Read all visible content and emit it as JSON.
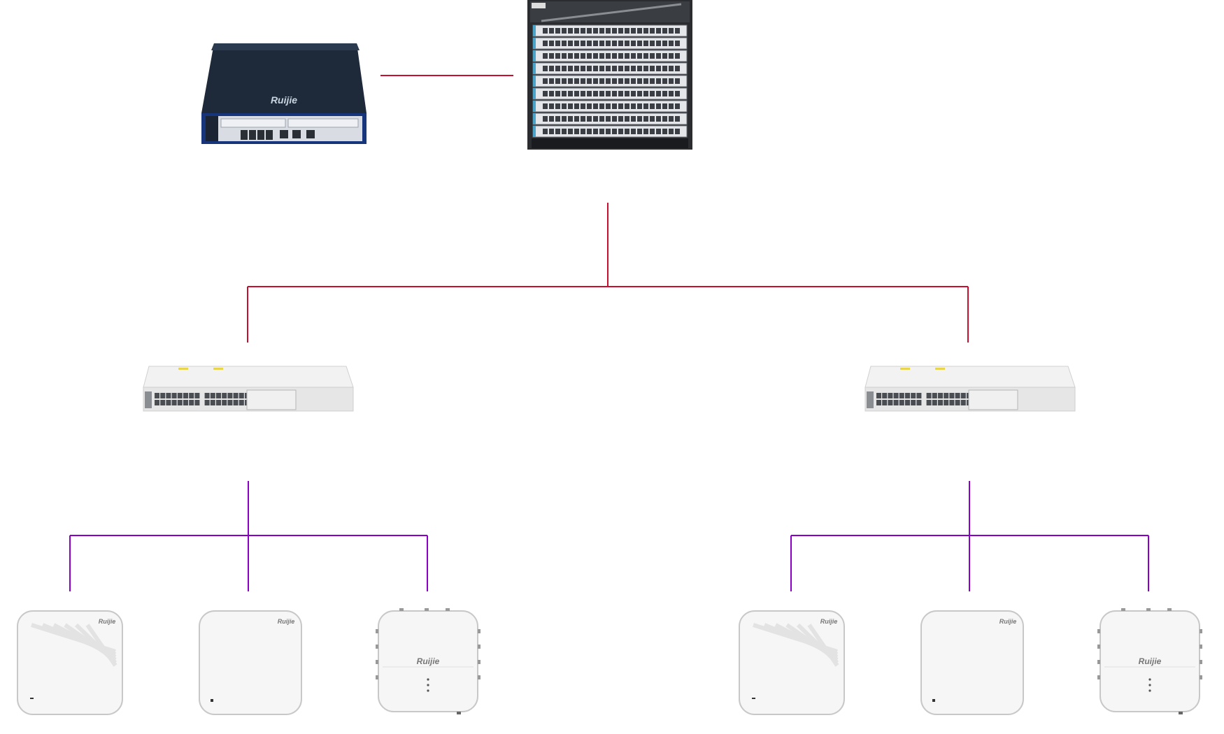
{
  "brand": {
    "logo_text": "Ruijie",
    "logo_short": "Ruijie"
  },
  "colors": {
    "core_link": "#c8102e",
    "access_link": "#8a00c4",
    "controller_body": "#1e2a3a",
    "switch_body": "#eeeeee",
    "ap_body": "#f6f6f6"
  },
  "devices": {
    "controller": {
      "icon": "wireless-controller-icon"
    },
    "core_switch": {
      "icon": "chassis-switch-icon"
    },
    "access_switches": [
      {
        "icon": "access-switch-icon"
      },
      {
        "icon": "access-switch-icon"
      }
    ],
    "access_points": [
      {
        "icon": "ceiling-ap-wave-icon",
        "style": "wave"
      },
      {
        "icon": "ceiling-ap-plain-icon",
        "style": "plain"
      },
      {
        "icon": "outdoor-ap-icon",
        "style": "outdoor"
      },
      {
        "icon": "ceiling-ap-wave-icon",
        "style": "wave"
      },
      {
        "icon": "ceiling-ap-plain-icon",
        "style": "plain"
      },
      {
        "icon": "outdoor-ap-icon",
        "style": "outdoor"
      }
    ]
  }
}
